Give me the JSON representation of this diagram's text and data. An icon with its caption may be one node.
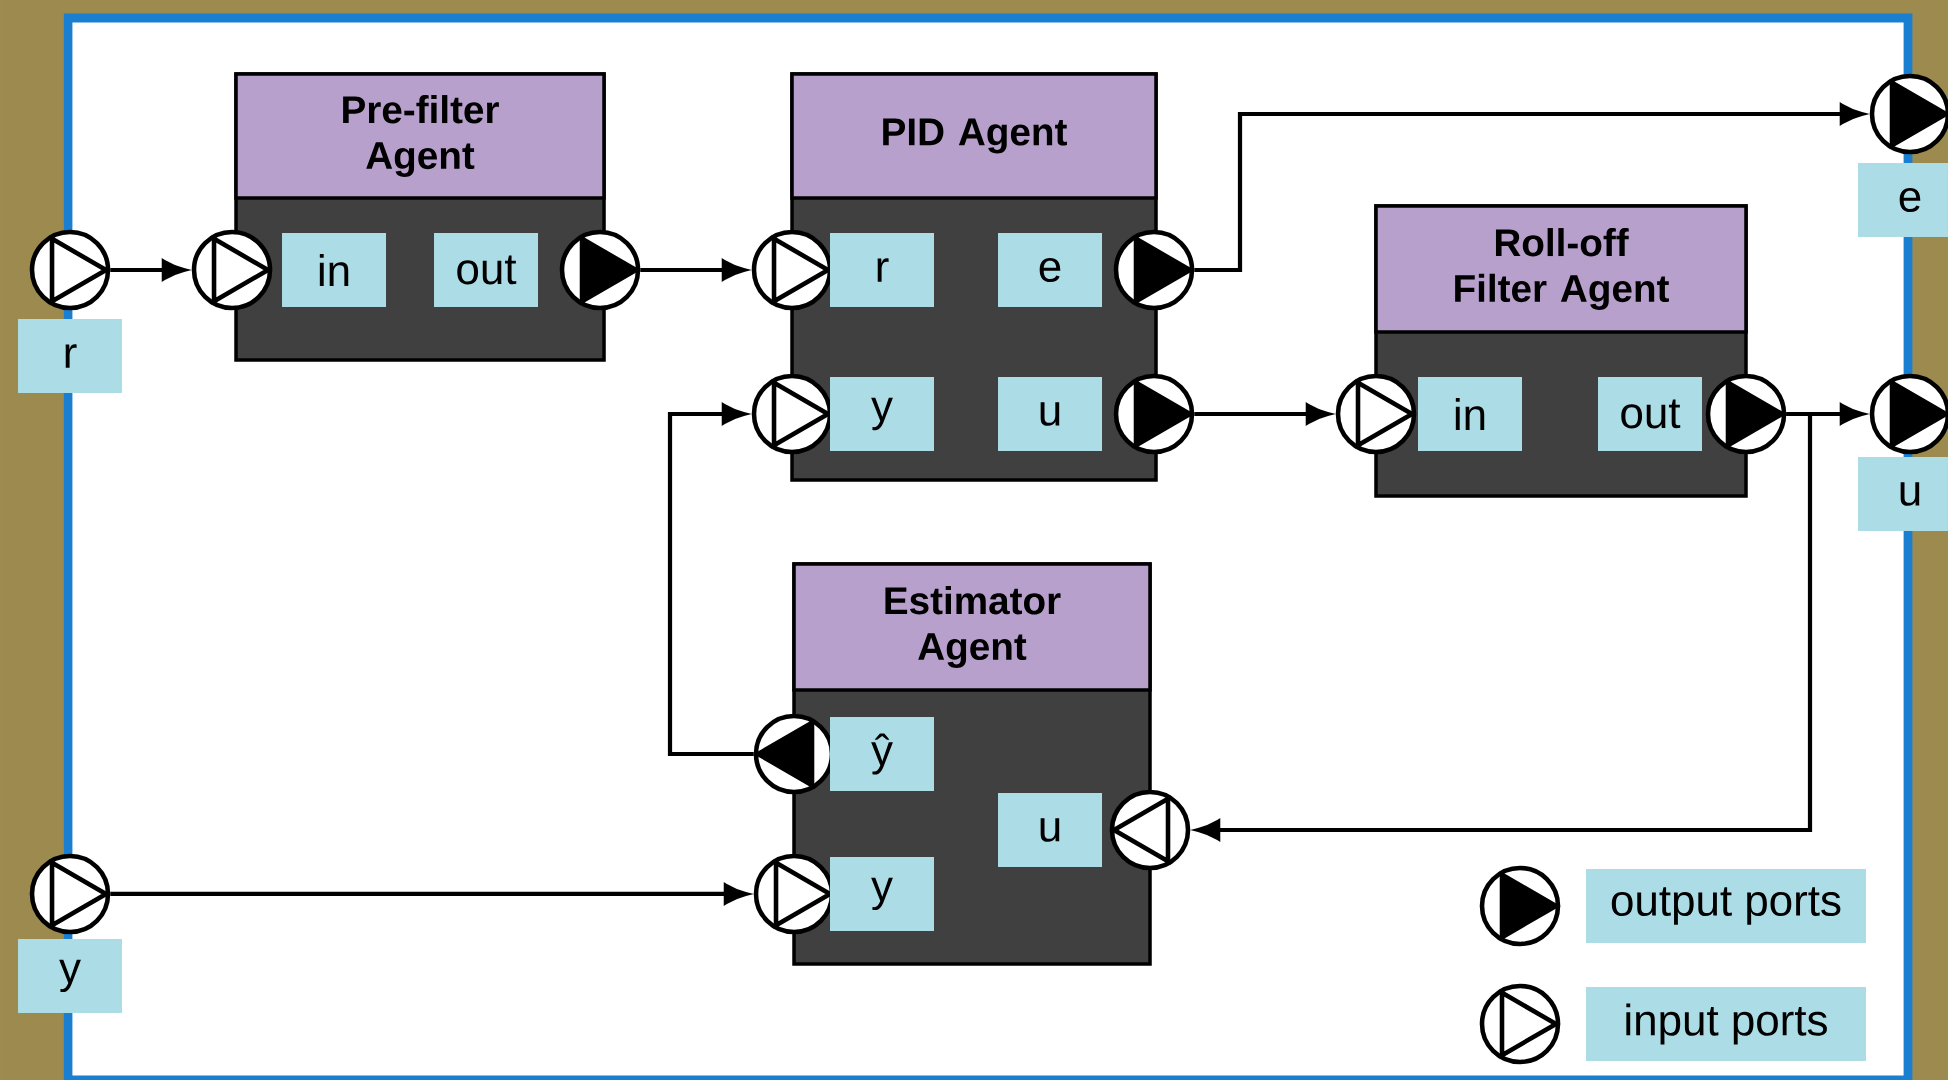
{
  "diagram": {
    "nodes": [
      {
        "text": [],
        "shape": "circle"
      },
      {
        "text": [
          "r"
        ]
      },
      {
        "text": [
          "Pre-filter Agent"
        ]
      },
      {
        "text": [],
        "shape": "circle"
      },
      {
        "text": [
          "in"
        ],
        "in": 2
      },
      {
        "text": [
          "out"
        ],
        "in": 2
      },
      {
        "text": [],
        "shape": "circle"
      },
      {
        "text": [
          "PID Agent"
        ]
      },
      {
        "text": [],
        "shape": "circle"
      },
      {
        "text": [
          "r"
        ],
        "in": 7
      },
      {
        "text": [
          "e"
        ],
        "in": 7
      },
      {
        "text": [],
        "shape": "circle"
      },
      {
        "text": [],
        "shape": "circle"
      },
      {
        "text": [
          "y"
        ],
        "in": 7
      },
      {
        "text": [
          "u"
        ],
        "in": 7
      },
      {
        "text": [],
        "shape": "circle"
      },
      {
        "text": [],
        "shape": "circle"
      },
      {
        "text": [
          "e"
        ]
      },
      {
        "text": [
          "Roll-off Filter Agent"
        ]
      },
      {
        "text": [],
        "shape": "circle"
      },
      {
        "text": [
          "in"
        ],
        "in": 18
      },
      {
        "text": [
          "out"
        ],
        "in": 18
      },
      {
        "text": [],
        "shape": "circle"
      },
      {
        "text": [],
        "shape": "circle"
      },
      {
        "text": [
          "u"
        ]
      },
      {
        "text": [
          "Estimator Agent"
        ]
      },
      {
        "text": [],
        "shape": "circle"
      },
      {
        "text": [
          "ŷ"
        ],
        "in": 25
      },
      {
        "text": [
          "u"
        ],
        "in": 25
      },
      {
        "text": [],
        "shape": "circle"
      },
      {
        "text": [],
        "shape": "circle"
      },
      {
        "text": [
          "y"
        ],
        "in": 25
      },
      {
        "text": [],
        "shape": "circle"
      },
      {
        "text": [
          "y"
        ]
      }
    ],
    "edges": [
      {
        "from": 0,
        "to": 3,
        "arrow": "to"
      },
      {
        "from": 6,
        "to": 8,
        "arrow": "to"
      },
      {
        "from": 11,
        "to": 16,
        "arrow": "to"
      },
      {
        "from": 15,
        "to": 19,
        "arrow": "to"
      },
      {
        "from": 22,
        "to": 23,
        "arrow": "to"
      },
      {
        "from": 22,
        "to": 29,
        "arrow": "to"
      },
      {
        "from": 26,
        "to": 12,
        "arrow": "to"
      },
      {
        "from": 32,
        "to": 30,
        "arrow": "to"
      }
    ],
    "legend": [
      {
        "text": "output ports"
      },
      {
        "text": "input ports"
      }
    ]
  }
}
